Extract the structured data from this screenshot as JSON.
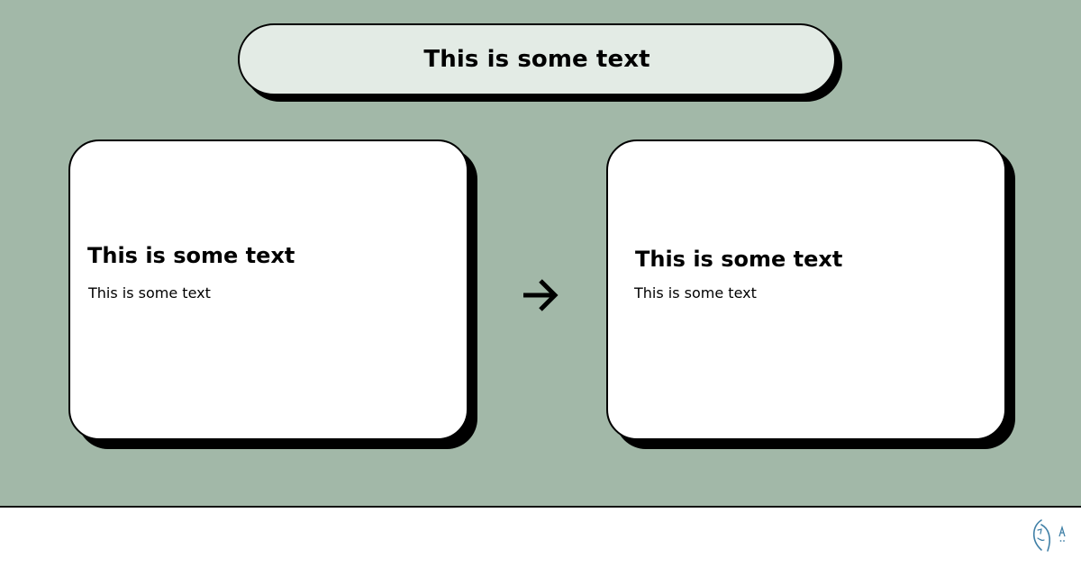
{
  "header": {
    "title": "This is some text"
  },
  "cards": [
    {
      "title": "This is some text",
      "body": "This is some text"
    },
    {
      "title": "This is some text",
      "body": "This is some text"
    }
  ],
  "connector": {
    "icon": "arrow-right-icon"
  },
  "logo": {
    "icon": "logo-icon",
    "color": "#3f7fa6"
  },
  "colors": {
    "background": "#a2b8a8",
    "pill_fill": "#e3ebe5",
    "card_fill": "#ffffff",
    "outline": "#000000"
  }
}
